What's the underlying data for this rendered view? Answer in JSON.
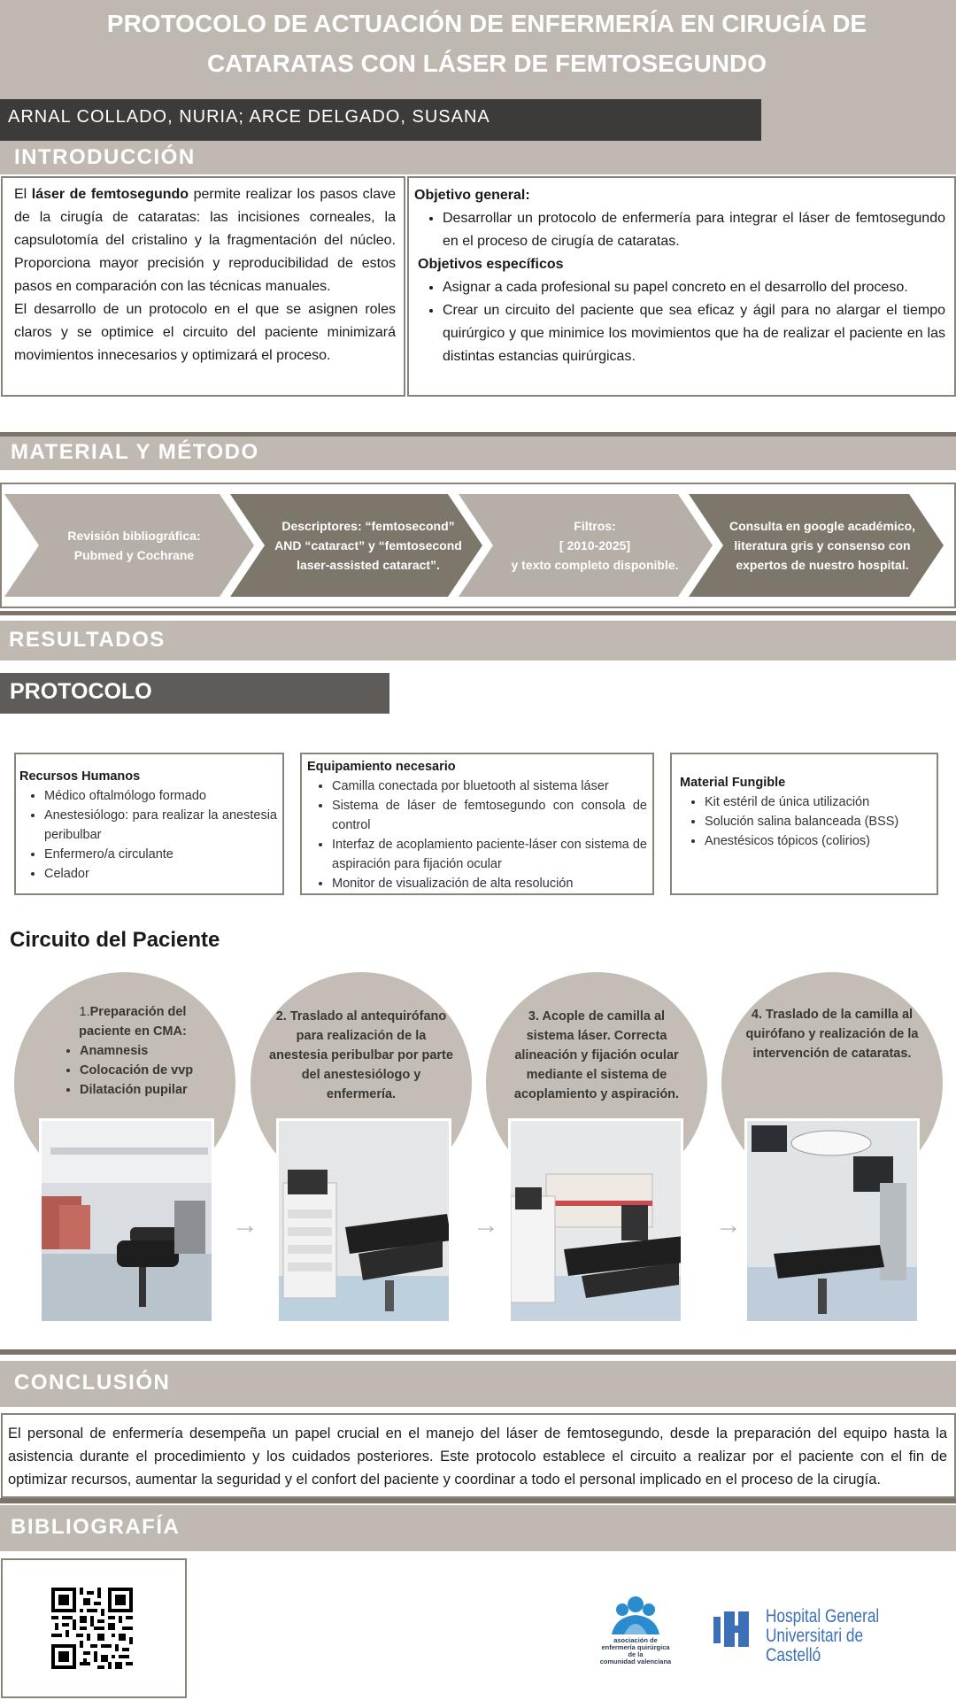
{
  "header": {
    "title_line1": "PROTOCOLO DE ACTUACIÓN DE ENFERMERÍA EN CIRUGÍA DE",
    "title_line2": "CATARATAS CON LÁSER DE FEMTOSEGUNDO",
    "authors": "ARNAL COLLADO, NURIA; ARCE DELGADO, SUSANA"
  },
  "intro": {
    "heading": "INTRODUCCIÓN",
    "p1_start": "El ",
    "p1_bold": "láser de femtosegundo",
    "p1_rest": " permite realizar los pasos clave de la cirugía de cataratas: las incisiones corneales, la capsulotomía del cristalino y la fragmentación del núcleo. Proporciona mayor precisión y reproducibilidad de estos pasos en comparación con las técnicas manuales.",
    "p2": "El desarrollo de un protocolo en el que se asignen roles claros y se optimice el circuito del paciente minimizará movimientos innecesarios y optimizará el proceso.",
    "general_heading": "Objetivo general:",
    "general_items": [
      "Desarrollar un protocolo de enfermería para integrar el láser de femtosegundo en el proceso de cirugía de cataratas."
    ],
    "specific_heading": "Objetivos específicos",
    "specific_items": [
      "Asignar a cada profesional su papel concreto en el desarrollo del proceso.",
      "Crear un circuito del paciente que sea eficaz y ágil para no alargar el tiempo quirúrgico y que minimice los movimientos que ha de realizar el paciente en las distintas estancias quirúrgicas."
    ]
  },
  "method": {
    "heading": "MATERIAL Y MÉTODO",
    "steps": [
      [
        "Revisión bibliográfica:",
        "Pubmed y Cochrane"
      ],
      [
        "Descriptores: “femtosecond”",
        "AND “cataract” y “femtosecond",
        "laser-assisted cataract”."
      ],
      [
        "Filtros:",
        "[ 2010-2025]",
        "y texto completo disponible."
      ],
      [
        "Consulta en google académico,",
        "literatura gris y consenso con",
        "expertos de nuestro hospital."
      ]
    ]
  },
  "results": {
    "heading": "RESULTADOS",
    "protocol_label": "PROTOCOLO",
    "human": {
      "heading": "Recursos Humanos",
      "items": [
        "Médico oftalmólogo formado",
        "Anestesiólogo: para realizar la anestesia peribulbar",
        "Enfermero/a circulante",
        "Celador"
      ]
    },
    "equipment": {
      "heading": "Equipamiento necesario",
      "items": [
        "Camilla conectada por bluetooth al sistema láser",
        "Sistema de láser de femtosegundo con consola de control",
        "Interfaz de acoplamiento paciente-láser con sistema de aspiración para fijación ocular",
        "Monitor de visualización de alta resolución"
      ]
    },
    "fungible": {
      "heading": "Material Fungible",
      "items": [
        "Kit estéril de única utilización",
        "Solución salina balanceada (BSS)",
        "Anestésicos tópicos (colirios)"
      ]
    },
    "circuit_title": "Circuito del Paciente",
    "step1": {
      "number": "1.",
      "title": "Preparación del paciente en CMA:",
      "items": [
        "Anamnesis",
        "Colocación de vvp",
        "Dilatación pupilar"
      ]
    },
    "step2": "2. Traslado al antequirófano para realización de la anestesia peribulbar por parte del anestesiólogo y enfermería.",
    "step3": "3. Acople de camilla al sistema láser. Correcta alineación y fijación ocular mediante el sistema de acoplamiento y aspiración.",
    "step4": "4. Traslado de la camilla al quirófano y realización de la intervención de cataratas.",
    "arrow": "→"
  },
  "conclusion": {
    "heading": "CONCLUSIÓN",
    "text": "El personal de enfermería desempeña un papel crucial en el manejo del láser de femtosegundo, desde la preparación del equipo hasta la asistencia durante el procedimiento y los cuidados posteriores. Este protocolo establece el circuito a realizar por el paciente con el fin de optimizar recursos, aumentar la seguridad y el confort del paciente y coordinar a todo el personal implicado en el proceso de la cirugía."
  },
  "bibliography": {
    "heading": "BIBLIOGRAFÍA"
  },
  "logos": {
    "association_lines": [
      "asociación de",
      "enfermería quirúrgica",
      "de la",
      "comunidad valenciana"
    ],
    "hospital_line1": "Hospital General",
    "hospital_line2": "Universitari de Castelló"
  },
  "colors": {
    "band": "#c0b9b2",
    "dark": "#3d3b3a",
    "chevron_light": "#b6afa8",
    "chevron_dark": "#7d766b",
    "hospital_blue": "#3b6fb6",
    "association_blue": "#2a8ccf"
  }
}
